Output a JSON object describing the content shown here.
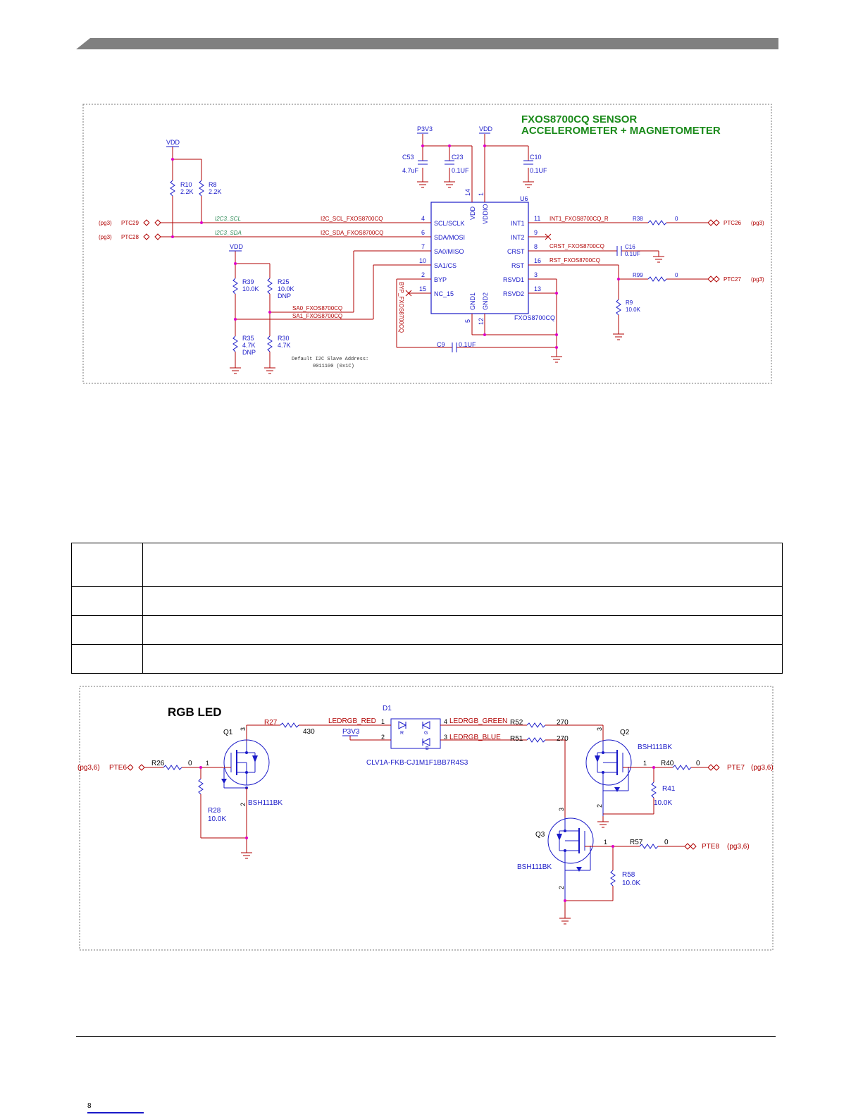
{
  "schematic1": {
    "title_line1": "FXOS8700CQ SENSOR",
    "title_line2": "ACCELEROMETER + MAGNETOMETER",
    "part_name": "FXOS8700CQ",
    "part_ref": "U6",
    "left_pins": [
      {
        "num": "4",
        "name": "SCL/SCLK"
      },
      {
        "num": "6",
        "name": "SDA/MOSI"
      },
      {
        "num": "7",
        "name": "SA0/MISO"
      },
      {
        "num": "10",
        "name": "SA1/CS"
      },
      {
        "num": "2",
        "name": "BYP"
      },
      {
        "num": "15",
        "name": "NC_15"
      }
    ],
    "right_pins": [
      {
        "num": "11",
        "name": "INT1"
      },
      {
        "num": "9",
        "name": "INT2"
      },
      {
        "num": "8",
        "name": "CRST"
      },
      {
        "num": "16",
        "name": "RST"
      },
      {
        "num": "3",
        "name": "RSVD1"
      },
      {
        "num": "13",
        "name": "RSVD2"
      }
    ],
    "top_pins": [
      {
        "num": "14",
        "name": "VDD"
      },
      {
        "num": "1",
        "name": "VDDIO"
      }
    ],
    "bottom_pins": [
      {
        "num": "5",
        "name": "GND1"
      },
      {
        "num": "12",
        "name": "GND2"
      }
    ],
    "power": {
      "vdd": "VDD",
      "p3v3": "P3V3"
    },
    "components": {
      "c53": {
        "ref": "C53",
        "val": "4.7uF"
      },
      "c23": {
        "ref": "C23",
        "val": "0.1UF"
      },
      "c10": {
        "ref": "C10",
        "val": "0.1UF"
      },
      "c16": {
        "ref": "C16",
        "val": "0.1UF"
      },
      "c9": {
        "ref": "C9",
        "val": "0.1UF"
      },
      "r10": {
        "ref": "R10",
        "val": "2.2K"
      },
      "r8": {
        "ref": "R8",
        "val": "2.2K"
      },
      "r39": {
        "ref": "R39",
        "val": "10.0K"
      },
      "r25": {
        "ref": "R25",
        "val": "10.0K",
        "dnp": "DNP"
      },
      "r35": {
        "ref": "R35",
        "val": "4.7K",
        "dnp": "DNP"
      },
      "r30": {
        "ref": "R30",
        "val": "4.7K"
      },
      "r38": {
        "ref": "R38",
        "val": "0"
      },
      "r99": {
        "ref": "R99",
        "val": "0"
      },
      "r9": {
        "ref": "R9",
        "val": "10.0K"
      }
    },
    "nets": {
      "i2c_scl_local": "I2C_SCL_FXOS8700CQ",
      "i2c_sda_local": "I2C_SDA_FXOS8700CQ",
      "i2c_scl_bus": "I2C3_SCL",
      "i2c_sda_bus": "I2C3_SDA",
      "sa0": "SA0_FXOS8700CQ",
      "sa1": "SA1_FXOS8700CQ",
      "int1": "INT1_FXOS8700CQ_R",
      "crst": "CRST_FXOS8700CQ",
      "rst": "RST_FXOS8700CQ",
      "byp": "BYP_FXOS8700CQ"
    },
    "ports": {
      "ptc29": {
        "name": "PTC29",
        "page": "(pg3)"
      },
      "ptc28": {
        "name": "PTC28",
        "page": "(pg3)"
      },
      "ptc26": {
        "name": "PTC26",
        "page": "(pg3)"
      },
      "ptc27": {
        "name": "PTC27",
        "page": "(pg3)"
      }
    },
    "note_line1": "Default I2C Slave Address:",
    "note_line2": "0011100 (0x1C)"
  },
  "schematic2": {
    "title": "RGB LED",
    "led": {
      "ref": "D1",
      "part": "CLV1A-FKB-CJ1M1F1BB7R4S3",
      "letters": [
        "R",
        "G",
        "B"
      ]
    },
    "transistors": [
      {
        "ref": "Q1",
        "part": "BSH111BK"
      },
      {
        "ref": "Q2",
        "part": "BSH111BK"
      },
      {
        "ref": "Q3",
        "part": "BSH111BK"
      }
    ],
    "resistors": {
      "r27": {
        "ref": "R27",
        "val": "430"
      },
      "r52": {
        "ref": "R52",
        "val": "270"
      },
      "r51": {
        "ref": "R51",
        "val": "270"
      },
      "r26": {
        "ref": "R26",
        "val": "0"
      },
      "r28": {
        "ref": "R28",
        "val": "10.0K"
      },
      "r40": {
        "ref": "R40",
        "val": "0"
      },
      "r41": {
        "ref": "R41",
        "val": "10.0K"
      },
      "r57": {
        "ref": "R57",
        "val": "0"
      },
      "r58": {
        "ref": "R58",
        "val": "10.0K"
      }
    },
    "nets": {
      "red": "LEDRGB_RED",
      "green": "LEDRGB_GREEN",
      "blue": "LEDRGB_BLUE",
      "p3v3": "P3V3"
    },
    "ports": {
      "pte6": {
        "name": "PTE6",
        "page": "(pg3,6)"
      },
      "pte7": {
        "name": "PTE7",
        "page": "(pg3,6)"
      },
      "pte8": {
        "name": "PTE8",
        "page": "(pg3,6)"
      }
    }
  },
  "pin_numbers": {
    "n1": "1",
    "n2": "2",
    "n3": "3",
    "n4": "4"
  },
  "footer_page_number": "8",
  "colors": {
    "wire": "#b00000",
    "text": "#1a1ac8",
    "node": "#e000c8",
    "title": "#1a8a1a",
    "header": "#808080",
    "bus_label": "#2e8b57"
  }
}
